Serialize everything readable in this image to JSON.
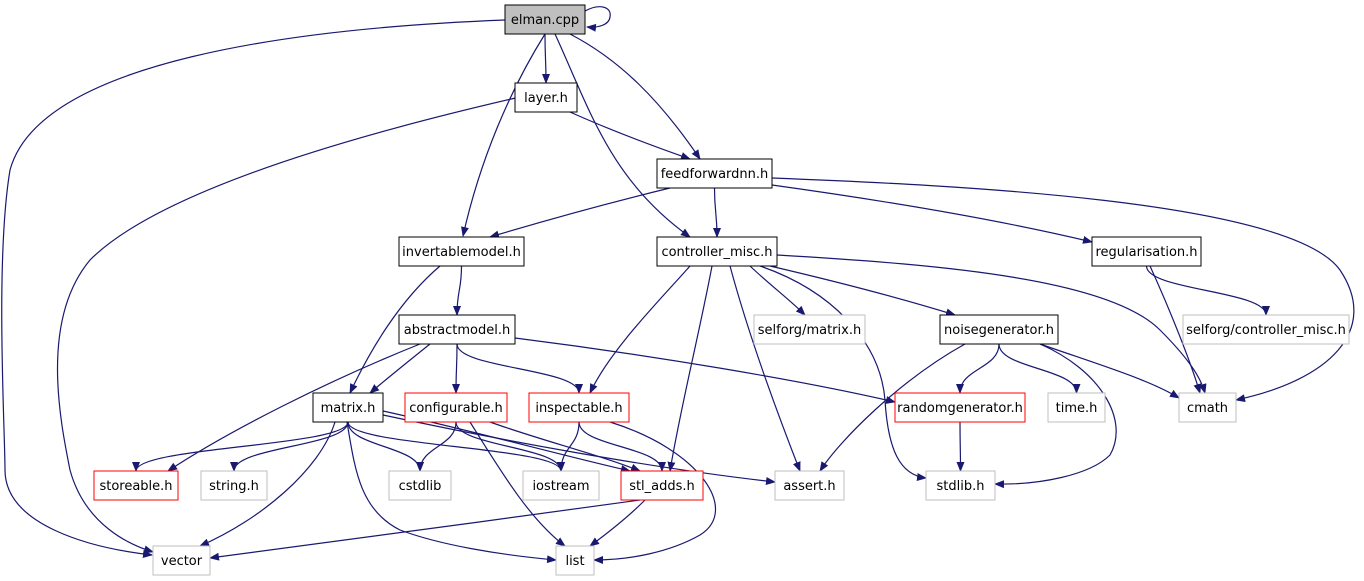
{
  "colors": {
    "edge": "#191970",
    "root_fill": "#bfbfbf",
    "border_documented": "#000000",
    "border_truncated": "#ff0000",
    "border_external": "#bfbfbf",
    "text": "#000000",
    "background": "#ffffff"
  },
  "nodes": [
    {
      "id": "elman_cpp",
      "label": "elman.cpp",
      "kind": "root"
    },
    {
      "id": "layer_h",
      "label": "layer.h",
      "kind": "documented"
    },
    {
      "id": "feedforwardnn_h",
      "label": "feedforwardnn.h",
      "kind": "documented"
    },
    {
      "id": "invertablemodel_h",
      "label": "invertablemodel.h",
      "kind": "documented"
    },
    {
      "id": "controller_misc_h",
      "label": "controller_misc.h",
      "kind": "documented"
    },
    {
      "id": "regularisation_h",
      "label": "regularisation.h",
      "kind": "documented"
    },
    {
      "id": "abstractmodel_h",
      "label": "abstractmodel.h",
      "kind": "documented"
    },
    {
      "id": "selforg_matrix_h",
      "label": "selforg/matrix.h",
      "kind": "external"
    },
    {
      "id": "noisegenerator_h",
      "label": "noisegenerator.h",
      "kind": "documented"
    },
    {
      "id": "selforg_controller_misc_h",
      "label": "selforg/controller_misc.h",
      "kind": "external"
    },
    {
      "id": "matrix_h",
      "label": "matrix.h",
      "kind": "documented"
    },
    {
      "id": "configurable_h",
      "label": "configurable.h",
      "kind": "truncated"
    },
    {
      "id": "inspectable_h",
      "label": "inspectable.h",
      "kind": "truncated"
    },
    {
      "id": "randomgenerator_h",
      "label": "randomgenerator.h",
      "kind": "truncated"
    },
    {
      "id": "time_h",
      "label": "time.h",
      "kind": "external"
    },
    {
      "id": "cmath",
      "label": "cmath",
      "kind": "external"
    },
    {
      "id": "storeable_h",
      "label": "storeable.h",
      "kind": "truncated"
    },
    {
      "id": "string_h",
      "label": "string.h",
      "kind": "external"
    },
    {
      "id": "cstdlib",
      "label": "cstdlib",
      "kind": "external"
    },
    {
      "id": "iostream",
      "label": "iostream",
      "kind": "external"
    },
    {
      "id": "stl_adds_h",
      "label": "stl_adds.h",
      "kind": "truncated"
    },
    {
      "id": "assert_h",
      "label": "assert.h",
      "kind": "external"
    },
    {
      "id": "stdlib_h",
      "label": "stdlib.h",
      "kind": "external"
    },
    {
      "id": "vector",
      "label": "vector",
      "kind": "external"
    },
    {
      "id": "list",
      "label": "list",
      "kind": "external"
    }
  ],
  "edges": [
    {
      "from": "elman_cpp",
      "to": "elman_cpp"
    },
    {
      "from": "elman_cpp",
      "to": "layer_h"
    },
    {
      "from": "elman_cpp",
      "to": "feedforwardnn_h"
    },
    {
      "from": "elman_cpp",
      "to": "invertablemodel_h"
    },
    {
      "from": "elman_cpp",
      "to": "controller_misc_h"
    },
    {
      "from": "elman_cpp",
      "to": "vector"
    },
    {
      "from": "layer_h",
      "to": "feedforwardnn_h"
    },
    {
      "from": "layer_h",
      "to": "vector"
    },
    {
      "from": "feedforwardnn_h",
      "to": "invertablemodel_h"
    },
    {
      "from": "feedforwardnn_h",
      "to": "controller_misc_h"
    },
    {
      "from": "feedforwardnn_h",
      "to": "regularisation_h"
    },
    {
      "from": "feedforwardnn_h",
      "to": "cmath"
    },
    {
      "from": "invertablemodel_h",
      "to": "abstractmodel_h"
    },
    {
      "from": "invertablemodel_h",
      "to": "matrix_h"
    },
    {
      "from": "controller_misc_h",
      "to": "selforg_matrix_h"
    },
    {
      "from": "controller_misc_h",
      "to": "noisegenerator_h"
    },
    {
      "from": "controller_misc_h",
      "to": "inspectable_h"
    },
    {
      "from": "controller_misc_h",
      "to": "stl_adds_h"
    },
    {
      "from": "controller_misc_h",
      "to": "assert_h"
    },
    {
      "from": "controller_misc_h",
      "to": "stdlib_h"
    },
    {
      "from": "controller_misc_h",
      "to": "cmath"
    },
    {
      "from": "regularisation_h",
      "to": "selforg_controller_misc_h"
    },
    {
      "from": "regularisation_h",
      "to": "cmath"
    },
    {
      "from": "abstractmodel_h",
      "to": "matrix_h"
    },
    {
      "from": "abstractmodel_h",
      "to": "configurable_h"
    },
    {
      "from": "abstractmodel_h",
      "to": "inspectable_h"
    },
    {
      "from": "abstractmodel_h",
      "to": "storeable_h"
    },
    {
      "from": "abstractmodel_h",
      "to": "randomgenerator_h"
    },
    {
      "from": "noisegenerator_h",
      "to": "randomgenerator_h"
    },
    {
      "from": "noisegenerator_h",
      "to": "time_h"
    },
    {
      "from": "noisegenerator_h",
      "to": "cmath"
    },
    {
      "from": "noisegenerator_h",
      "to": "assert_h"
    },
    {
      "from": "noisegenerator_h",
      "to": "stdlib_h"
    },
    {
      "from": "matrix_h",
      "to": "storeable_h"
    },
    {
      "from": "matrix_h",
      "to": "string_h"
    },
    {
      "from": "matrix_h",
      "to": "cstdlib"
    },
    {
      "from": "matrix_h",
      "to": "iostream"
    },
    {
      "from": "matrix_h",
      "to": "stl_adds_h"
    },
    {
      "from": "matrix_h",
      "to": "assert_h"
    },
    {
      "from": "matrix_h",
      "to": "vector"
    },
    {
      "from": "matrix_h",
      "to": "list"
    },
    {
      "from": "configurable_h",
      "to": "cstdlib"
    },
    {
      "from": "configurable_h",
      "to": "iostream"
    },
    {
      "from": "configurable_h",
      "to": "list"
    },
    {
      "from": "configurable_h",
      "to": "stl_adds_h"
    },
    {
      "from": "inspectable_h",
      "to": "iostream"
    },
    {
      "from": "inspectable_h",
      "to": "stl_adds_h"
    },
    {
      "from": "inspectable_h",
      "to": "list"
    },
    {
      "from": "randomgenerator_h",
      "to": "stdlib_h"
    },
    {
      "from": "stl_adds_h",
      "to": "vector"
    },
    {
      "from": "stl_adds_h",
      "to": "list"
    }
  ]
}
